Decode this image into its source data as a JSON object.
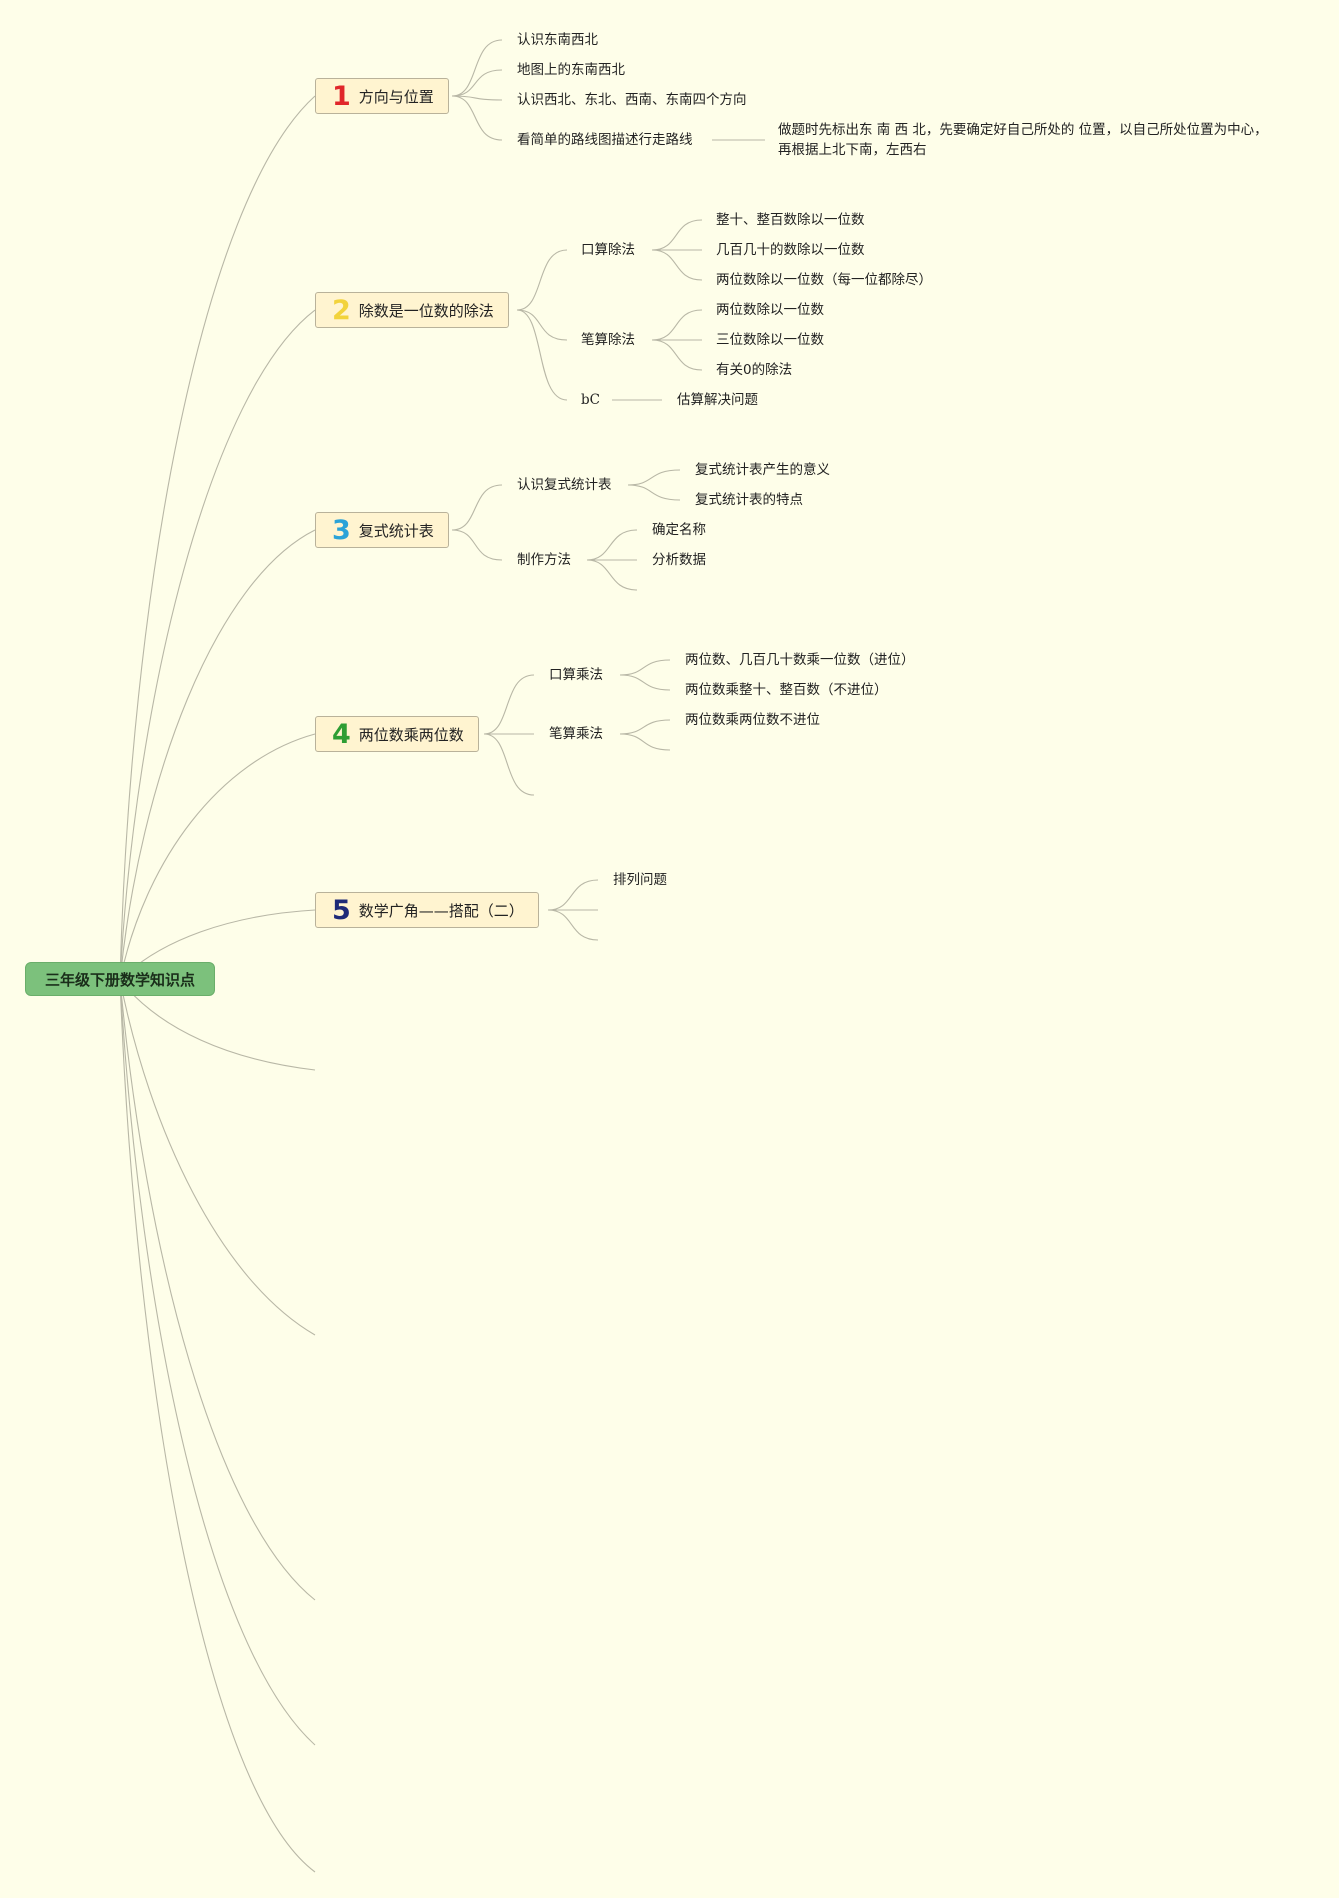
{
  "root": {
    "label": "三年级下册数学知识点"
  },
  "topics": [
    {
      "num": "1",
      "color": "#E0262A",
      "label": "方向与位置",
      "children": [
        "认识东南西北",
        "地图上的东南西北",
        "认识西北、东北、西南、东南四个方向",
        "看简单的路线图描述行走路线"
      ],
      "note": "做题时先标出东 南 西 北，先要确定好自己所处的 位置，以自己所处位置为中心，再根据上北下南，左西右"
    },
    {
      "num": "2",
      "color": "#F2D33C",
      "label": "除数是一位数的除法",
      "groups": [
        {
          "label": "口算除法",
          "items": [
            "整十、整百数除以一位数",
            "几百几十的数除以一位数",
            "两位数除以一位数（每一位都除尽）"
          ]
        },
        {
          "label": "笔算除法",
          "items": [
            "两位数除以一位数",
            "三位数除以一位数",
            "有关0的除法"
          ]
        },
        {
          "label": "bC",
          "items": [
            "估算解决问题"
          ]
        }
      ]
    },
    {
      "num": "3",
      "color": "#2BA3D8",
      "label": "复式统计表",
      "groups": [
        {
          "label": "认识复式统计表",
          "items": [
            "复式统计表产生的意义",
            "复式统计表的特点"
          ]
        },
        {
          "label": "制作方法",
          "items": [
            "确定名称",
            "分析数据"
          ]
        }
      ]
    },
    {
      "num": "4",
      "color": "#2E9D34",
      "label": "两位数乘两位数",
      "groups": [
        {
          "label": "口算乘法",
          "items": [
            "两位数、几百几十数乘一位数（进位）",
            "两位数乘整十、整百数（不进位）"
          ]
        },
        {
          "label": "笔算乘法",
          "items": [
            "两位数乘两位数不进位"
          ]
        }
      ]
    },
    {
      "num": "5",
      "color": "#1E2A78",
      "label": "数学广角——搭配（二）",
      "children": [
        "排列问题"
      ]
    }
  ]
}
